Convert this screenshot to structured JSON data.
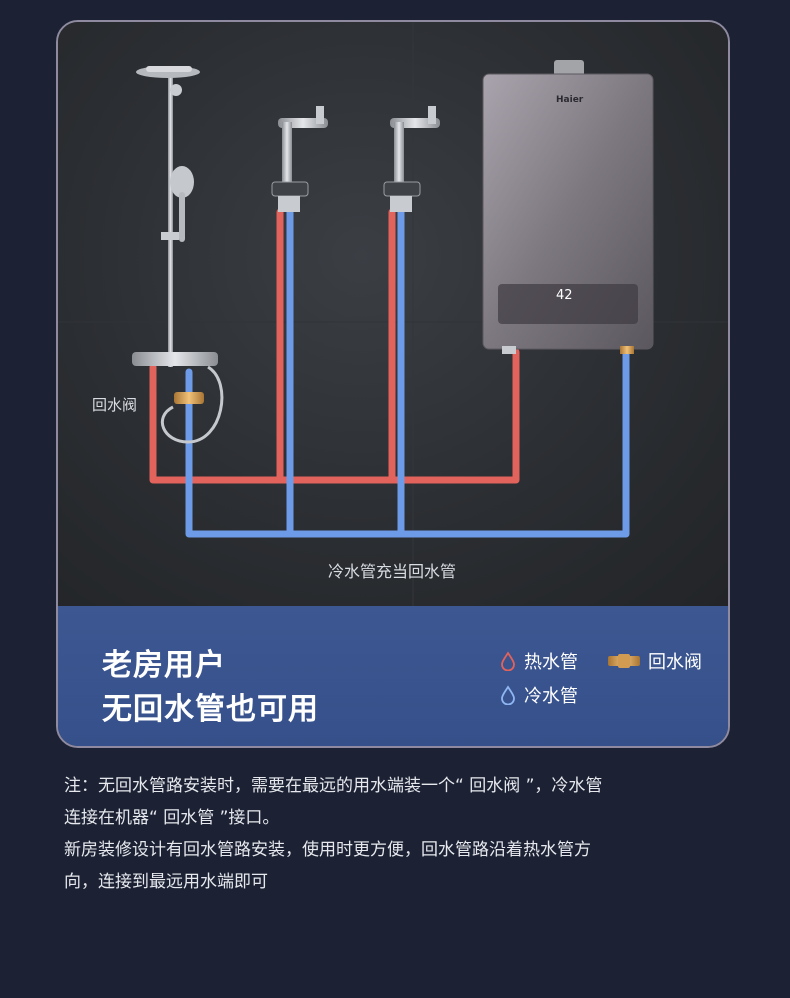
{
  "diagram": {
    "return_valve_label": "回水阀",
    "cold_as_return_label": "冷水管充当回水管",
    "heater_brand": "Haier",
    "heater_display": "42"
  },
  "panel": {
    "headline_line1": "老房用户",
    "headline_line2": "无回水管也可用",
    "legend": {
      "hot": "热水管",
      "valve": "回水阀",
      "cold": "冷水管"
    }
  },
  "note": {
    "line1": "注：无回水管路安装时，需要在最远的用水端装一个“ 回水阀 ”，冷水管",
    "line2": "连接在机器“ 回水管 ”接口。",
    "line3": "新房装修设计有回水管路安装，使用时更方便，回水管路沿着热水管方",
    "line4": "向，连接到最远用水端即可"
  },
  "colors": {
    "background": "#1c2233",
    "hot_pipe": "#e2625c",
    "cold_pipe": "#6e9be8",
    "panel": "#3a5490"
  }
}
